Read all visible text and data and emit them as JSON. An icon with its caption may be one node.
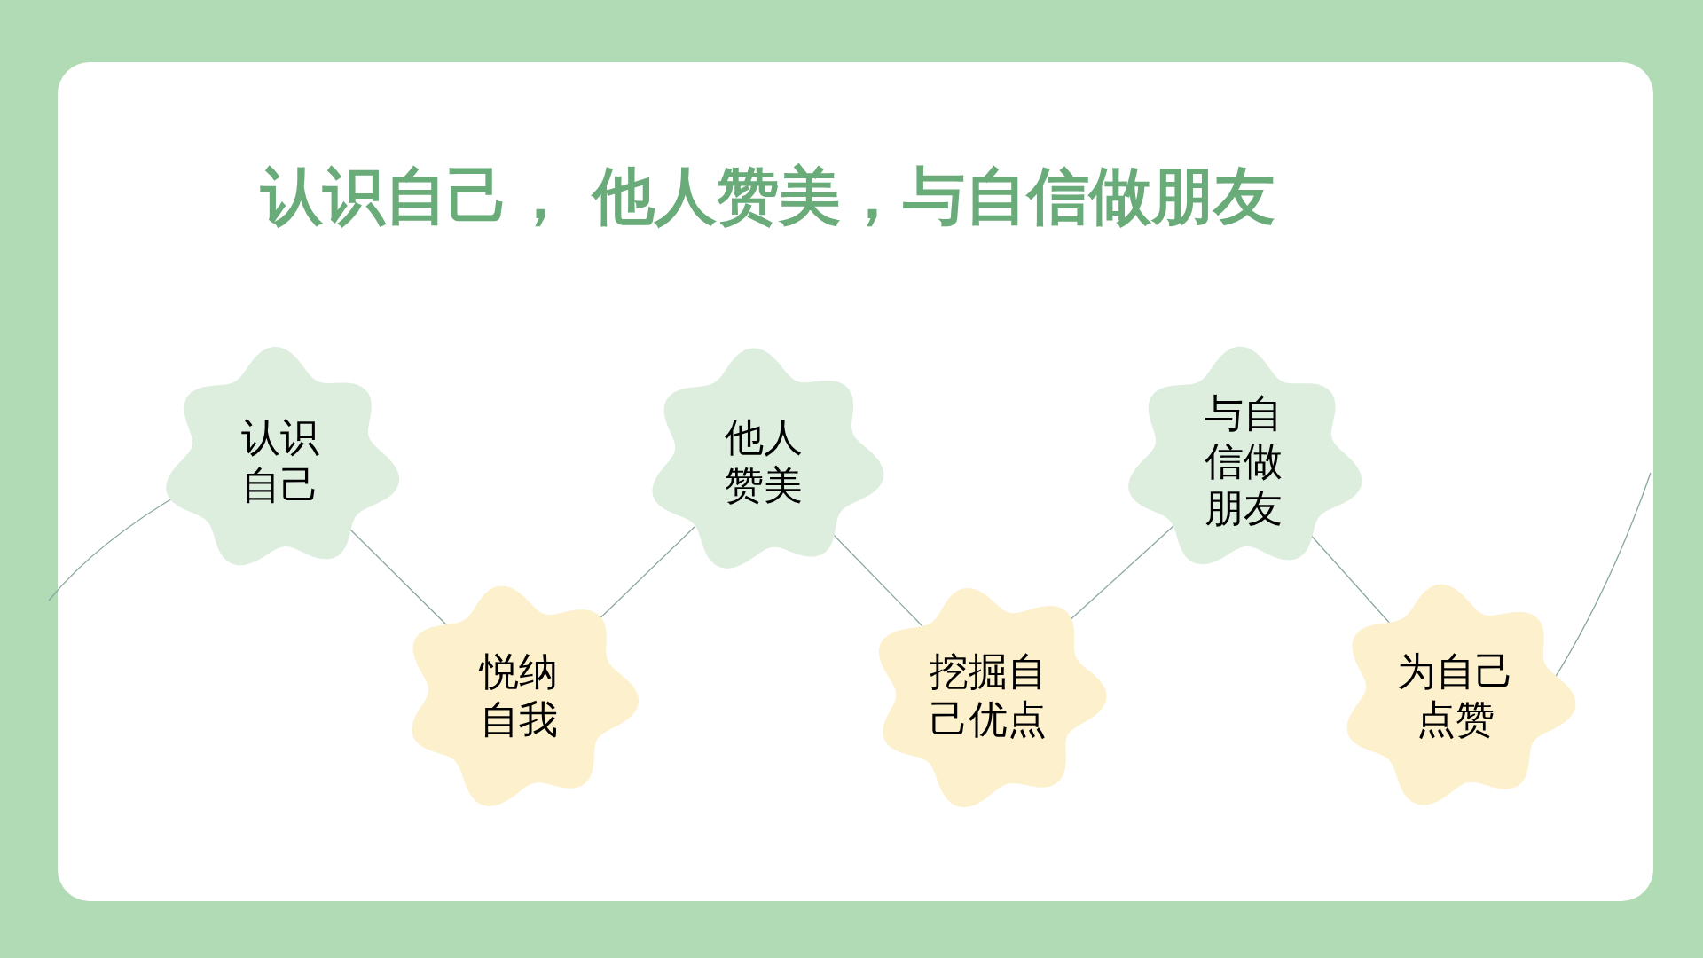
{
  "diagram": {
    "title": "认识自己， 他人赞美，与自信做朋友",
    "nodes": [
      {
        "text": [
          "认识自己"
        ]
      },
      {
        "text": [
          "悦纳自我"
        ]
      },
      {
        "text": [
          "他人赞美"
        ]
      },
      {
        "text": [
          "挖掘自己优点"
        ]
      },
      {
        "text": [
          "与自信做朋友"
        ]
      },
      {
        "text": [
          "为自己点赞"
        ]
      }
    ],
    "edges": [
      {
        "from": null,
        "to": 0,
        "arrow": "none"
      },
      {
        "from": 0,
        "to": 1,
        "arrow": "none"
      },
      {
        "from": 1,
        "to": 2,
        "arrow": "none"
      },
      {
        "from": 2,
        "to": 3,
        "arrow": "none"
      },
      {
        "from": 3,
        "to": 4,
        "arrow": "none"
      },
      {
        "from": 4,
        "to": 5,
        "arrow": "none"
      },
      {
        "from": 5,
        "to": null,
        "arrow": "none"
      }
    ]
  }
}
